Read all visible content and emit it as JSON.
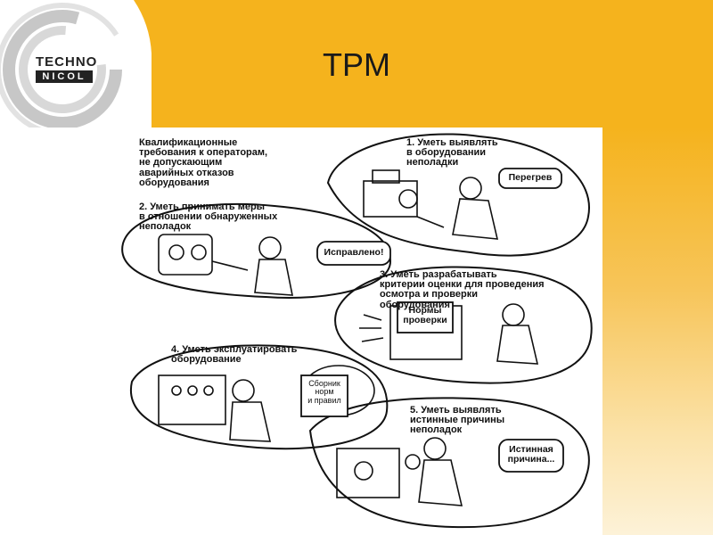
{
  "slide": {
    "title": "TPM",
    "logo": {
      "line1": "TECHNO",
      "line2": "NICOL"
    },
    "colors": {
      "header": "#f5b31d",
      "logo_gray": "#bdbdbd"
    }
  },
  "illustration": {
    "heading": "Квалификационные\nтребования к операторам,\nне допускающим\nаварийных отказов\nоборудования",
    "items": [
      {
        "text": "1. Уметь выявлять\nв оборудовании\nнеполадки",
        "bubble": "Перегрев"
      },
      {
        "text": "2. Уметь принимать меры\nв отношении обнаруженных\nнеполадок",
        "bubble": "Исправлено!"
      },
      {
        "text": "3. Уметь разрабатывать\nкритерии оценки для проведения\nосмотра и проверки\nоборудования",
        "bubble": "Нормы\nпроверки"
      },
      {
        "text": "4. Уметь эксплуатировать\nоборудование",
        "bubble": "Сборник\nнорм\nи правил"
      },
      {
        "text": "5. Уметь выявлять\nистинные причины\nнеполадок",
        "bubble": "Истинная\nпричина..."
      }
    ]
  }
}
